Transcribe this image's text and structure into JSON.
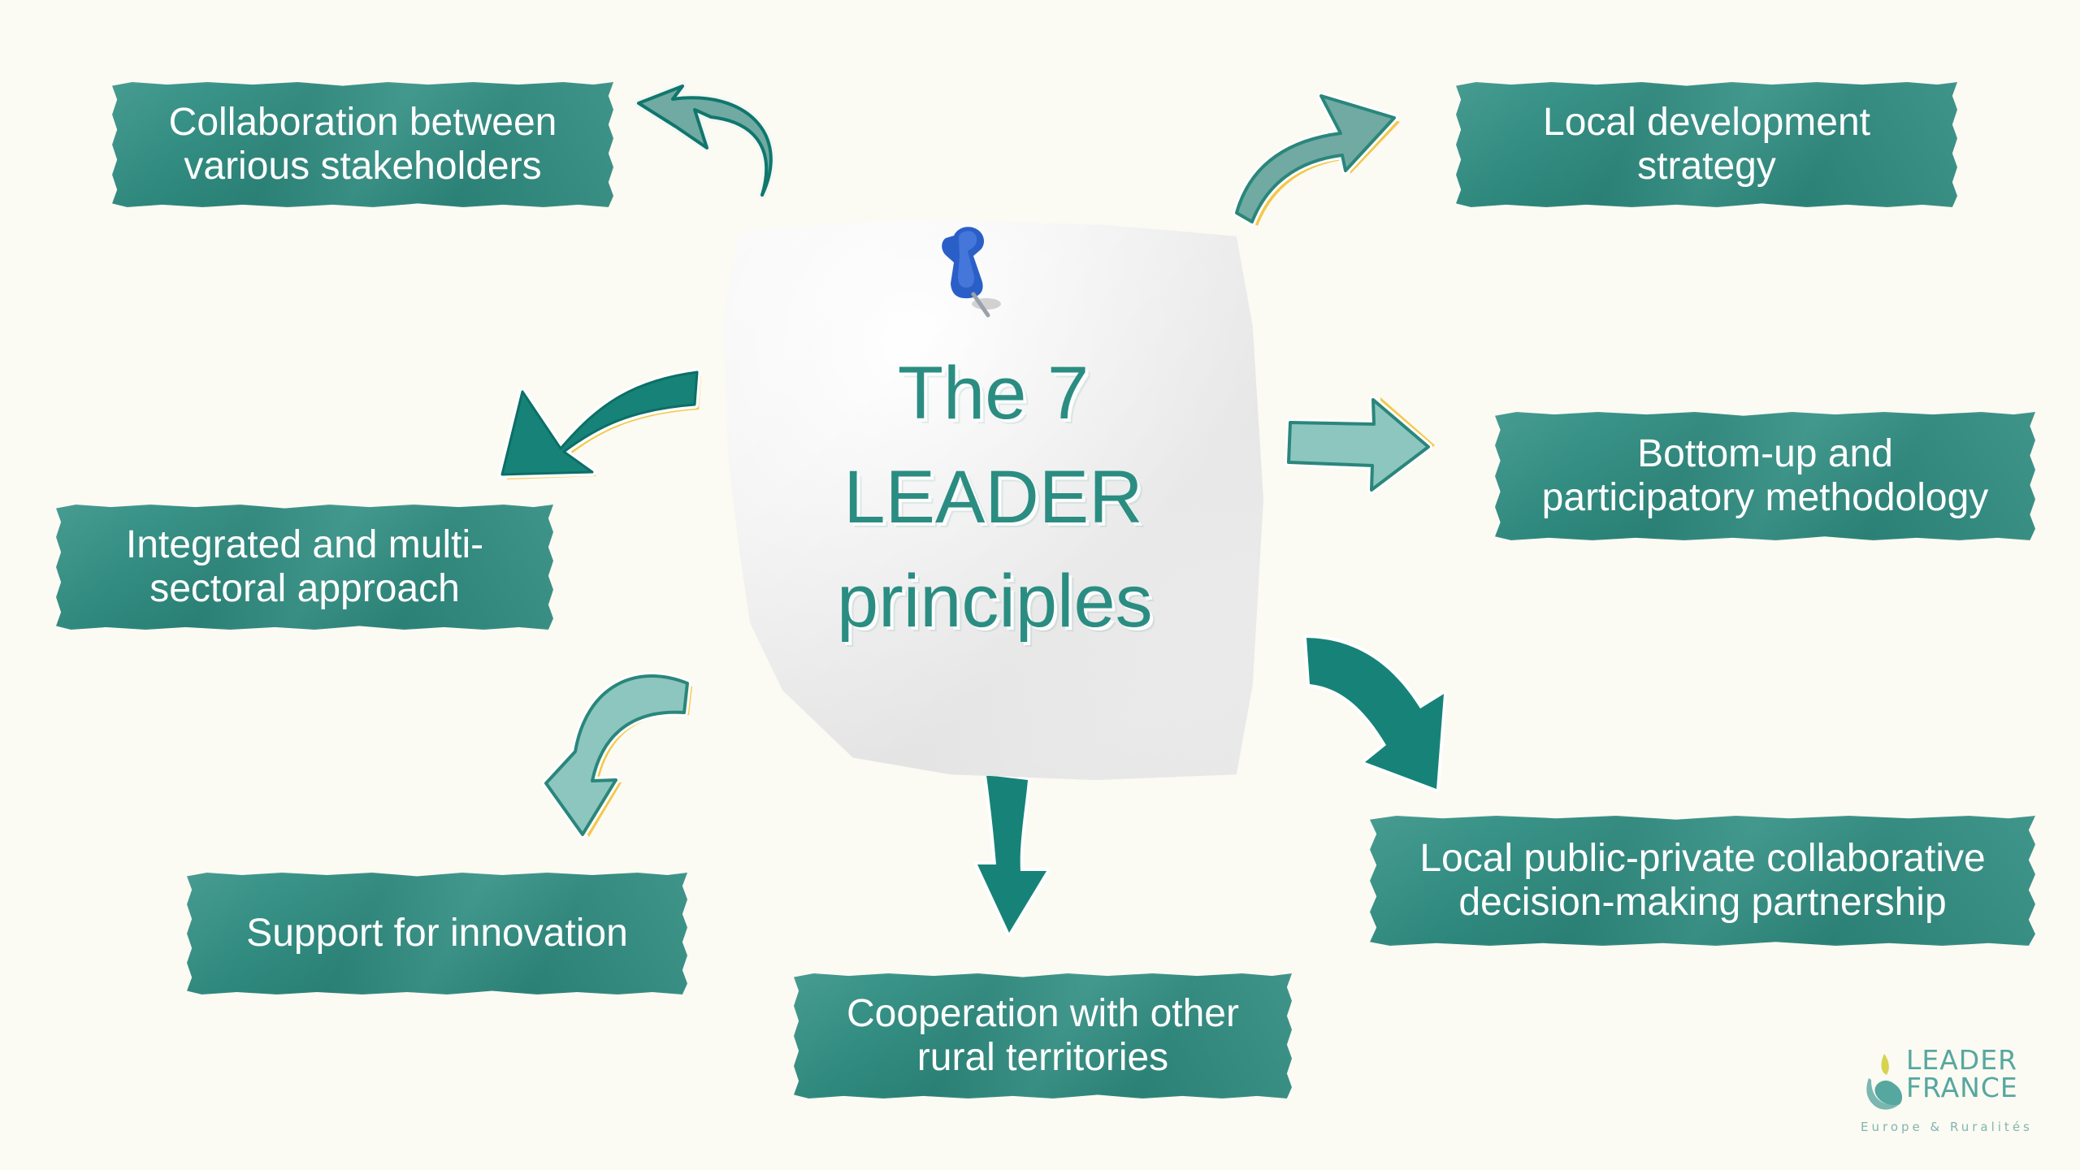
{
  "diagram": {
    "center": {
      "lines": [
        "The 7",
        "LEADER",
        "principles"
      ]
    },
    "principles": [
      {
        "id": "collaboration",
        "lines": [
          "Collaboration between",
          "various stakeholders"
        ]
      },
      {
        "id": "local-development",
        "lines": [
          "Local development",
          "strategy"
        ]
      },
      {
        "id": "integrated-approach",
        "lines": [
          "Integrated and multi-",
          "sectoral approach"
        ]
      },
      {
        "id": "bottom-up",
        "lines": [
          "Bottom-up and",
          "participatory methodology"
        ]
      },
      {
        "id": "innovation",
        "lines": [
          "Support for innovation"
        ]
      },
      {
        "id": "cooperation",
        "lines": [
          "Cooperation with other",
          "rural territories"
        ]
      },
      {
        "id": "partnership",
        "lines": [
          "Local public-private collaborative",
          "decision-making partnership"
        ]
      }
    ]
  },
  "logo": {
    "name_lines": [
      "LEADER",
      "FRANCE"
    ],
    "tagline": "Europe & Ruralités"
  },
  "colors": {
    "background": "#fbfaf3",
    "tape": "#2f8e82",
    "title": "#2b8d82",
    "arrow_dark": "#178378",
    "arrow_light": "#70aaa3",
    "arrow_pale": "#8cc6bf",
    "accent": "#f3c84a",
    "pin": "#2b5fc8",
    "logo": "#56a79f"
  },
  "icons": {
    "pin": "push-pin-icon",
    "logo_mark": "leaf-drop-logo-icon"
  }
}
